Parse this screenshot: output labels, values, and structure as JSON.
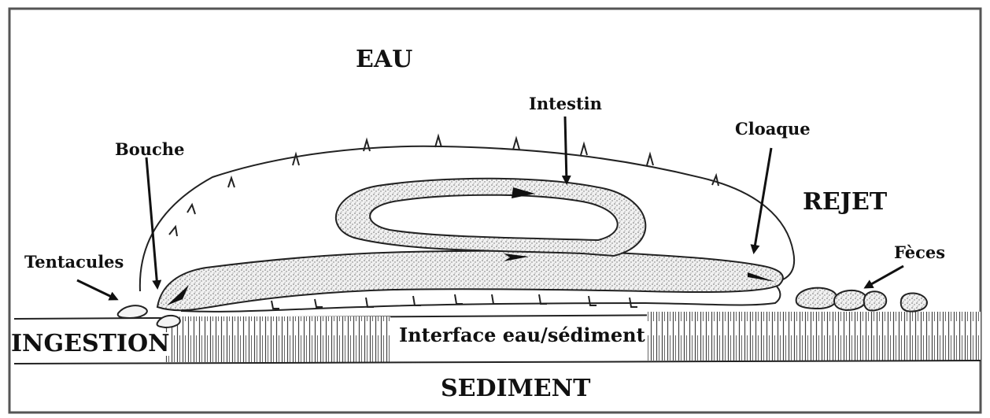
{
  "diagram": {
    "zones": {
      "water": "EAU",
      "sediment": "SEDIMENT",
      "interface": "Interface eau/sédiment",
      "ingestion": "INGESTION",
      "rejection": "REJET"
    },
    "parts": {
      "tentacles": "Tentacules",
      "mouth": "Bouche",
      "intestine": "Intestin",
      "cloaca": "Cloaque",
      "feces": "Fèces"
    },
    "colors": {
      "line": "#222222",
      "frame": "#555555",
      "stipple": "#6d6d6d",
      "hatch": "#444444"
    }
  }
}
